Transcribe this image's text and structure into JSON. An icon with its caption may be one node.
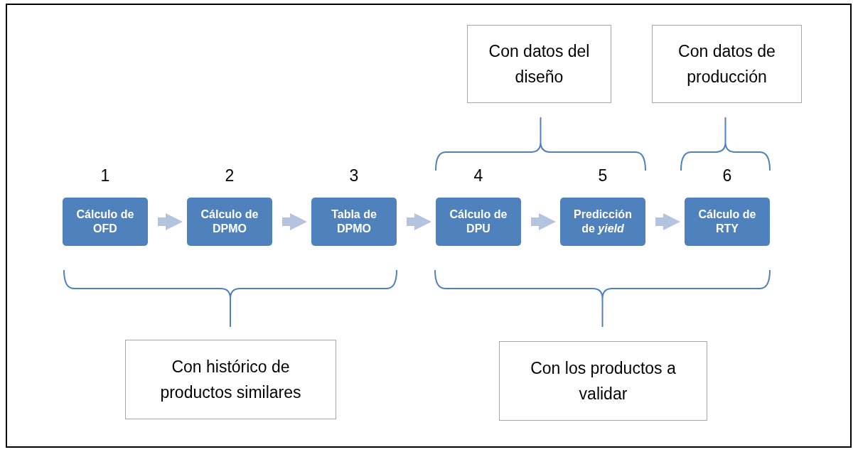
{
  "diagram": {
    "nodes": [
      {
        "text": [
          "Con datos del diseño"
        ]
      },
      {
        "text": [
          "Con datos de producción"
        ]
      },
      {
        "text": [
          "Cálculo de OFD"
        ],
        "beside": [
          "1"
        ]
      },
      {
        "text": [
          "Cálculo de DPMO"
        ],
        "beside": [
          "2"
        ]
      },
      {
        "text": [
          "Tabla de DPMO"
        ],
        "beside": [
          "3"
        ]
      },
      {
        "text": [
          "Cálculo de DPU"
        ],
        "beside": [
          "4"
        ]
      },
      {
        "text": [
          "Predicción de *yield*"
        ],
        "beside": [
          "5"
        ]
      },
      {
        "text": [
          "Cálculo de RTY"
        ],
        "beside": [
          "6"
        ]
      },
      {
        "text": [
          "Con histórico de productos similares"
        ]
      },
      {
        "text": [
          "Con los productos a validar"
        ]
      }
    ],
    "edges": [
      {
        "from": 2,
        "to": 3,
        "arrow": "to"
      },
      {
        "from": 3,
        "to": 4,
        "arrow": "to"
      },
      {
        "from": 4,
        "to": 5,
        "arrow": "to"
      },
      {
        "from": 5,
        "to": 6,
        "arrow": "to"
      },
      {
        "from": 6,
        "to": 7,
        "arrow": "to"
      }
    ]
  }
}
